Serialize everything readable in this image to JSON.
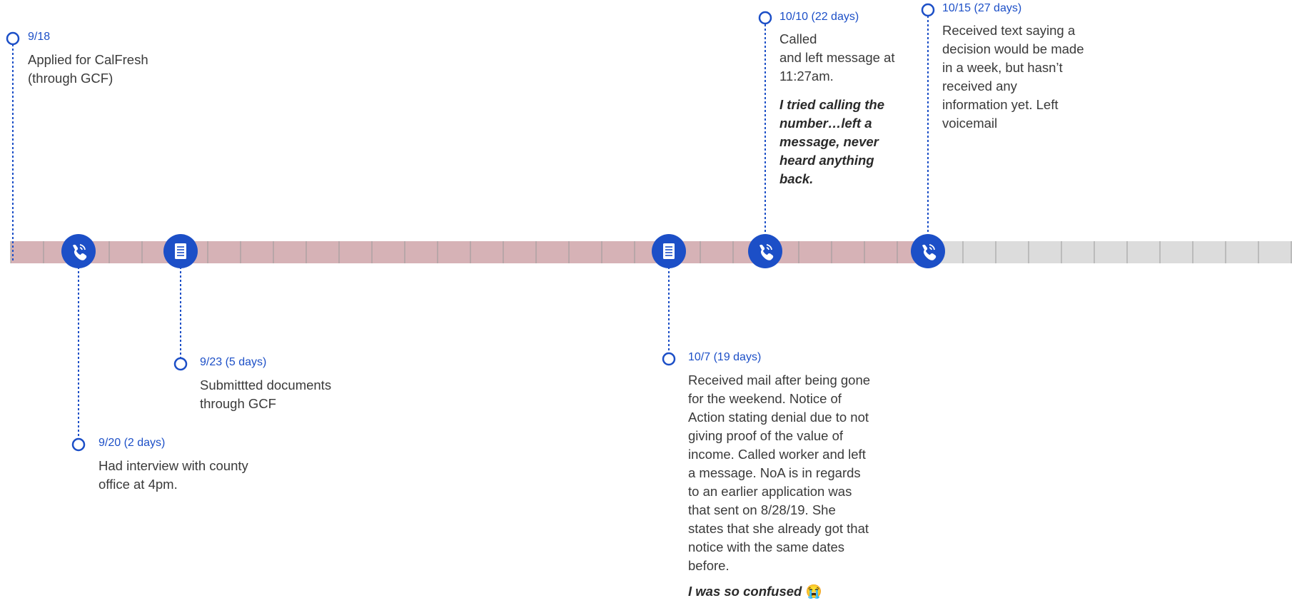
{
  "colors": {
    "accent": "#1c4fc7",
    "elapsed": "#d6b2b6",
    "remaining": "#dcdcdc",
    "tick": "#9a9a9a"
  },
  "timeline": {
    "total_segments": 39,
    "elapsed_segments": 28
  },
  "events": [
    {
      "id": "e1",
      "date": "9/18",
      "text": "Applied for CalFresh\n(through GCF)",
      "icon": "none"
    },
    {
      "id": "e2",
      "date": "9/20 (2 days)",
      "text": "Had interview with county\noffice at 4pm.",
      "icon": "phone-icon"
    },
    {
      "id": "e3",
      "date": "9/23 (5 days)",
      "text": "Submittted documents\nthrough GCF",
      "icon": "document-icon"
    },
    {
      "id": "e4",
      "date": "10/7 (19 days)",
      "text": "Received mail after being gone\nfor the weekend. Notice of\nAction stating denial due to not\ngiving proof of the value of\nincome. Called worker and left\na message. NoA is in regards\nto an earlier application was\nthat sent on 8/28/19. She\nstates that she already got that\nnotice with the same dates\nbefore.",
      "quote": "I was so confused",
      "emoji": "😭",
      "icon": "document-icon"
    },
    {
      "id": "e5",
      "date": "10/10 (22 days)",
      "text": "Called\nand left message at\n11:27am.",
      "quote": "I tried calling the\nnumber…left a\nmessage, never\nheard anything\nback.",
      "icon": "phone-icon"
    },
    {
      "id": "e6",
      "date": "10/15 (27 days)",
      "text": "Received text saying a\ndecision would be made\nin a week, but hasn’t\nreceived any\ninformation yet. Left\nvoicemail",
      "icon": "phone-icon"
    }
  ]
}
